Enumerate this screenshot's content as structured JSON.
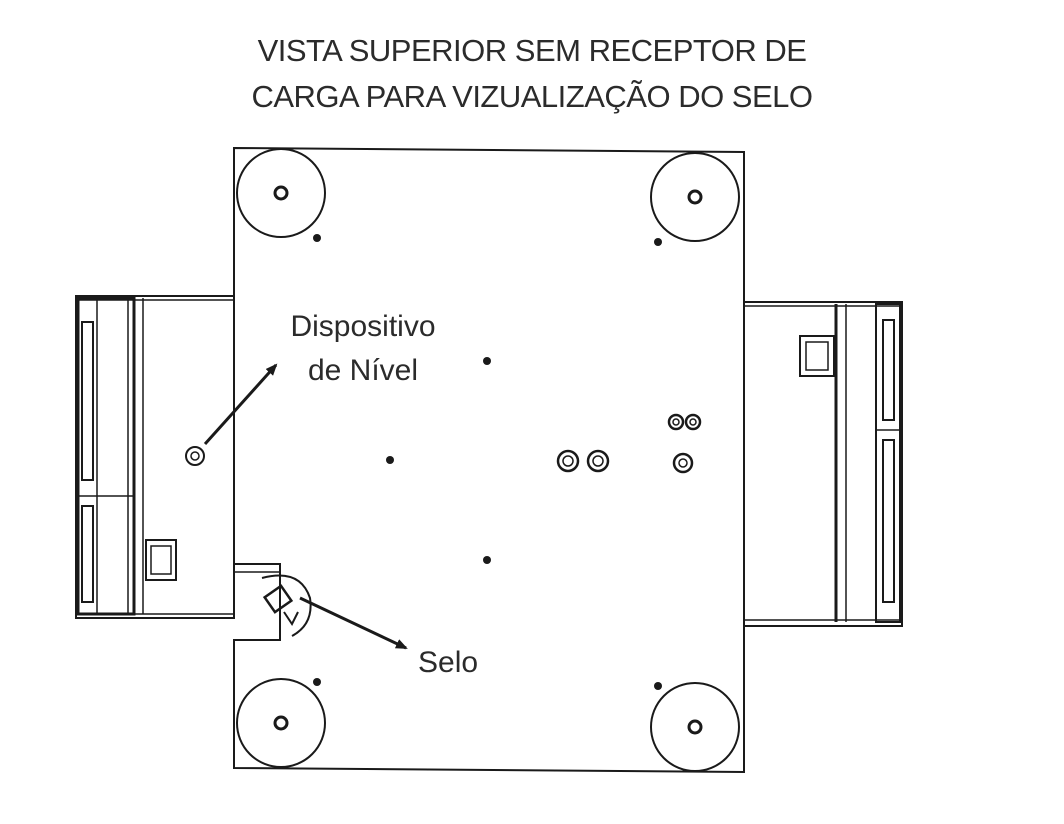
{
  "title": {
    "line1": "VISTA SUPERIOR  SEM RECEPTOR DE",
    "line2": "CARGA PARA VIZUALIZAÇÃO DO SELO"
  },
  "labels": {
    "level_device_line1": "Dispositivo",
    "level_device_line2": "de Nível",
    "seal": "Selo"
  },
  "colors": {
    "ink": "#1a1a1a",
    "text": "#2b2b2b",
    "background": "#ffffff"
  }
}
